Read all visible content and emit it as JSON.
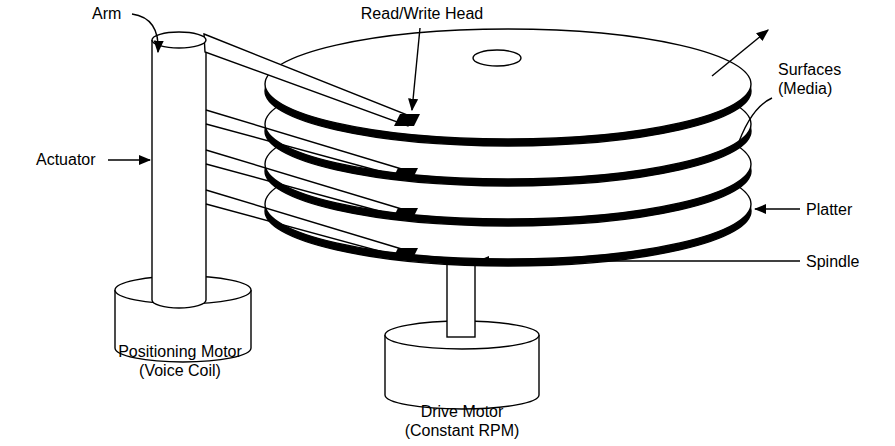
{
  "diagram": {
    "labels": [
      "Arm",
      "Read/Write Head",
      "Surfaces (Media)",
      "Actuator",
      "Platter",
      "Spindle",
      "Positioning Motor (Voice Coil)",
      "Drive Motor (Constant RPM)"
    ]
  }
}
